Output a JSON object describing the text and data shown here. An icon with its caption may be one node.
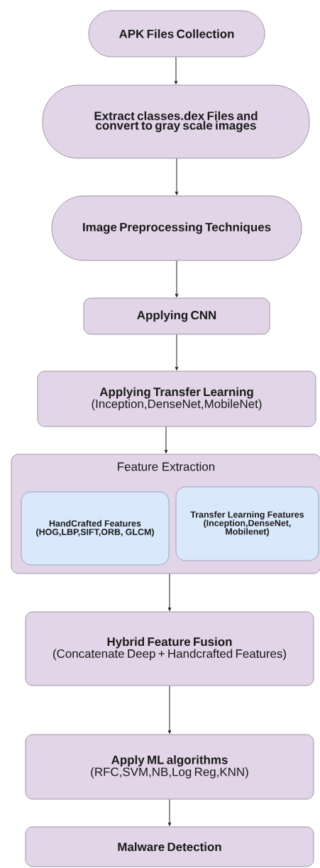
{
  "diagram": {
    "nodes": [
      {
        "text": [
          "APK Files Collection"
        ]
      },
      {
        "text": [
          "Extract classes.dex Files and convert to gray scale images"
        ]
      },
      {
        "text": [
          "Image Preprocessing Techniques"
        ]
      },
      {
        "text": [
          "Applying CNN"
        ]
      },
      {
        "text": [
          "Applying Transfer Learning",
          "(Inception,DenseNet,MobileNet)"
        ]
      },
      {
        "text": [
          "Feature Extraction"
        ]
      },
      {
        "text": [
          "HandCrafted Features",
          "(HOG,LBP,SIFT,ORB, GLCM)"
        ],
        "in": 5
      },
      {
        "text": [
          "Transfer Learning Features",
          "(Inception,DenseNet, Mobilenet)"
        ],
        "in": 5
      },
      {
        "text": [
          "Hybrid Feature Fusion",
          "(Concatenate Deep + Handcrafted Features)"
        ]
      },
      {
        "text": [
          "Apply ML algorithms",
          "(RFC,SVM,NB,Log Reg,KNN)"
        ]
      },
      {
        "text": [
          "Malware Detection"
        ]
      }
    ],
    "edges": [
      {
        "from": 0,
        "to": 1,
        "arrow": "to"
      },
      {
        "from": 1,
        "to": 2,
        "arrow": "to"
      },
      {
        "from": 2,
        "to": 3,
        "arrow": "to"
      },
      {
        "from": 3,
        "to": 4,
        "arrow": "to"
      },
      {
        "from": 4,
        "to": 5,
        "arrow": "to"
      },
      {
        "from": 5,
        "to": 8,
        "arrow": "to"
      },
      {
        "from": 8,
        "to": 9,
        "arrow": "to"
      },
      {
        "from": 9,
        "to": 10,
        "arrow": "to"
      }
    ]
  }
}
